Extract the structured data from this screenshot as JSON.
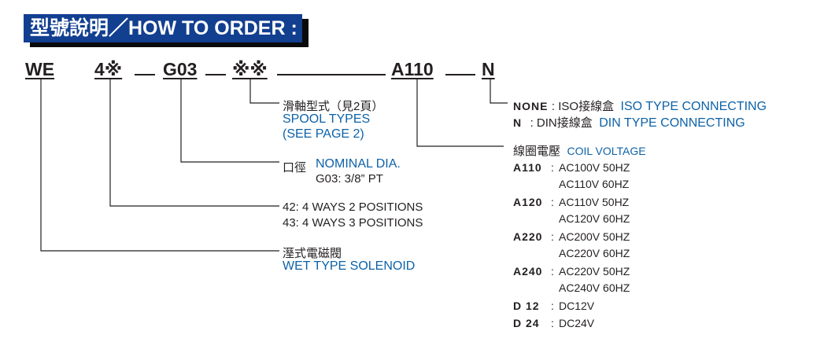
{
  "header": {
    "title": "型號說明／HOW TO ORDER :"
  },
  "code_row": {
    "we": "WE",
    "ways": "4※",
    "size": "G03",
    "spool": "※※",
    "voltage": "A110",
    "connector": "N"
  },
  "spool": {
    "label_cn": "滑軸型式（見2頁）",
    "label_en": "SPOOL TYPES",
    "note": "(SEE PAGE 2)"
  },
  "nominal": {
    "label_cn": "口徑",
    "label_en": "NOMINAL DIA.",
    "value": "G03: 3/8” PT"
  },
  "positions": {
    "line1": "42:  4 WAYS 2 POSITIONS",
    "line2": "43:  4 WAYS 3 POSITIONS"
  },
  "solenoid": {
    "label_cn": "溼式電磁閥",
    "label_en": "WET TYPE SOLENOID"
  },
  "connecting": {
    "none_code": "NONE",
    "none_cn": ": ISO接線盒",
    "none_en": "ISO TYPE CONNECTING",
    "n_code": "N",
    "n_cn": ": DIN接線盒",
    "n_en": "DIN TYPE CONNECTING"
  },
  "coil": {
    "label_cn": "線圈電壓",
    "label_en": "COIL VOLTAGE",
    "rows": [
      {
        "code": "A110",
        "sep": ":",
        "v1": "AC100V 50HZ",
        "v2": "AC110V 60HZ"
      },
      {
        "code": "A120",
        "sep": ":",
        "v1": "AC110V 50HZ",
        "v2": "AC120V 60HZ"
      },
      {
        "code": "A220",
        "sep": ":",
        "v1": "AC200V 50HZ",
        "v2": "AC220V 60HZ"
      },
      {
        "code": "A240",
        "sep": ":",
        "v1": "AC220V 50HZ",
        "v2": "AC240V 60HZ"
      }
    ],
    "dc_rows": [
      {
        "code": "D 12",
        "sep": ":",
        "v1": "DC12V"
      },
      {
        "code": "D 24",
        "sep": ":",
        "v1": "DC24V"
      }
    ]
  },
  "colors": {
    "header_bg": "#123f90",
    "accent_blue": "#0d62a8",
    "text": "#231f20"
  }
}
